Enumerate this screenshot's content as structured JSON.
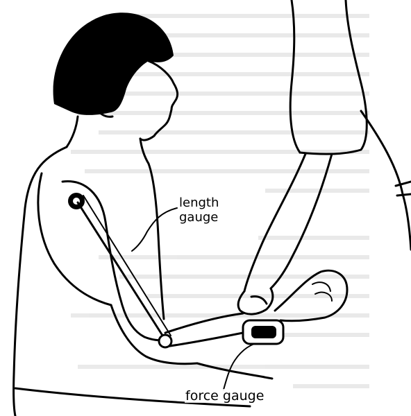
{
  "labels": {
    "length_gauge_line1": "length",
    "length_gauge_line2": "gauge",
    "force_gauge": "force gauge"
  },
  "colors": {
    "ink": "#000000",
    "bleed_through_text": "#b9b9b9",
    "background": "#ffffff"
  }
}
